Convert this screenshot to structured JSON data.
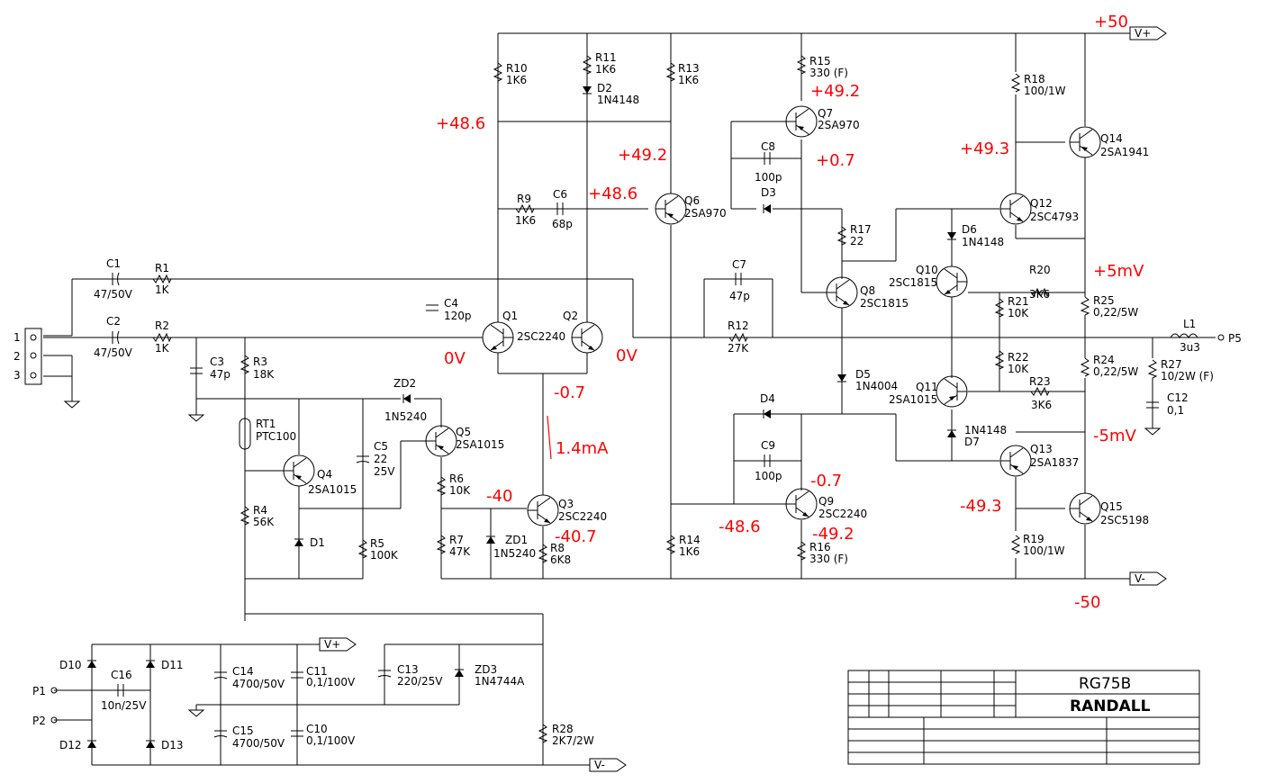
{
  "title_block": {
    "model": "RG75B",
    "brand": "RANDALL"
  },
  "connectors": [
    "1",
    "2",
    "3"
  ],
  "rails": [
    "V+",
    "V-",
    "V+",
    "V-"
  ],
  "ports": [
    "P1",
    "P2",
    "P5"
  ],
  "components": {
    "C1": [
      "C1",
      "47/50V"
    ],
    "R1": [
      "R1",
      "1K"
    ],
    "C2": [
      "C2",
      "47/50V"
    ],
    "R2": [
      "R2",
      "1K"
    ],
    "C3": [
      "C3",
      "47p"
    ],
    "R3": [
      "R3",
      "18K"
    ],
    "RT1": [
      "RT1",
      "PTC100"
    ],
    "R4": [
      "R4",
      "56K"
    ],
    "Q4": [
      "Q4",
      "2SA1015"
    ],
    "D1": [
      "D1",
      ""
    ],
    "C5": [
      "C5",
      "22",
      "25V"
    ],
    "R5": [
      "R5",
      "100K"
    ],
    "ZD2": [
      "ZD2",
      "1N5240"
    ],
    "Q5": [
      "Q5",
      "2SA1015"
    ],
    "R6": [
      "R6",
      "10K"
    ],
    "R7": [
      "R7",
      "47K"
    ],
    "ZD1": [
      "ZD1",
      "1N5240"
    ],
    "Q3": [
      "Q3",
      "2SC2240"
    ],
    "R8": [
      "R8",
      "6K8"
    ],
    "C4": [
      "C4",
      "120p"
    ],
    "Q1": [
      "Q1",
      "2SC2240"
    ],
    "Q2": [
      "Q2",
      ""
    ],
    "R10": [
      "R10",
      "1K6"
    ],
    "R11": [
      "R11",
      "1K6"
    ],
    "D2": [
      "D2",
      "1N4148"
    ],
    "R13": [
      "R13",
      "1K6"
    ],
    "R9": [
      "R9",
      "1K6"
    ],
    "C6": [
      "C6",
      "68p"
    ],
    "Q6": [
      "Q6",
      "2SA970"
    ],
    "R14": [
      "R14",
      "1K6"
    ],
    "R15": [
      "R15",
      "330 (F)"
    ],
    "Q7": [
      "Q7",
      "2SA970"
    ],
    "C8": [
      "C8",
      "100p"
    ],
    "D3": [
      "D3",
      ""
    ],
    "R17": [
      "R17",
      "22"
    ],
    "Q8": [
      "Q8",
      "2SC1815"
    ],
    "C7": [
      "C7",
      "47p"
    ],
    "R12": [
      "R12",
      "27K"
    ],
    "D5": [
      "D5",
      "1N4004"
    ],
    "D4": [
      "D4",
      ""
    ],
    "C9": [
      "C9",
      "100p"
    ],
    "Q9": [
      "Q9",
      "2SC2240"
    ],
    "R16": [
      "R16",
      "330 (F)"
    ],
    "R18": [
      "R18",
      "100/1W"
    ],
    "Q14": [
      "Q14",
      "2SA1941"
    ],
    "Q12": [
      "Q12",
      "2SC4793"
    ],
    "D6": [
      "D6",
      "1N4148"
    ],
    "Q10": [
      "Q10",
      "2SC1815"
    ],
    "R20": [
      "R20",
      "3K6"
    ],
    "R21": [
      "R21",
      "10K"
    ],
    "R25": [
      "R25",
      "0,22/5W"
    ],
    "R22": [
      "R22",
      "10K"
    ],
    "R24": [
      "R24",
      "0,22/5W"
    ],
    "Q11": [
      "Q11",
      "2SA1015"
    ],
    "R23": [
      "R23",
      "3K6"
    ],
    "D7": [
      "D7",
      "1N4148"
    ],
    "Q13": [
      "Q13",
      "2SA1837"
    ],
    "Q15": [
      "Q15",
      "2SC5198"
    ],
    "R19": [
      "R19",
      "100/1W"
    ],
    "L1": [
      "L1",
      "3u3"
    ],
    "R27": [
      "R27",
      "10/2W (F)"
    ],
    "C12": [
      "C12",
      "0,1"
    ],
    "D10": [
      "D10"
    ],
    "D11": [
      "D11"
    ],
    "D12": [
      "D12"
    ],
    "D13": [
      "D13"
    ],
    "C16": [
      "C16",
      "10n/25V"
    ],
    "C14": [
      "C14",
      "4700/50V"
    ],
    "C15": [
      "C15",
      "4700/50V"
    ],
    "C11": [
      "C11",
      "0,1/100V"
    ],
    "C10": [
      "C10",
      "0,1/100V"
    ],
    "C13": [
      "C13",
      "220/25V"
    ],
    "ZD3": [
      "ZD3",
      "1N4744A"
    ],
    "R28": [
      "R28",
      "2K7/2W"
    ]
  },
  "voltages": {
    "rail_pos": "+50",
    "rail_neg": "-50",
    "q1_base": "0V",
    "q2_base": "0V",
    "tail": "-0.7",
    "tail_current": "1.4mA",
    "q1_collector": "+48.6",
    "q6_emitter": "+49.2",
    "q6_base": "+48.6",
    "q7_emitter": "+49.2",
    "q7_collector": "+0.7",
    "q14_base": "+49.3",
    "out_pos": "+5mV",
    "out_neg": "-5mV",
    "q15_base": "-49.3",
    "q3_base": "-40",
    "q3_emitter": "-40.7",
    "q9_base": "-48.6",
    "q9_collector": "-0.7",
    "q9_emitter": "-49.2"
  }
}
